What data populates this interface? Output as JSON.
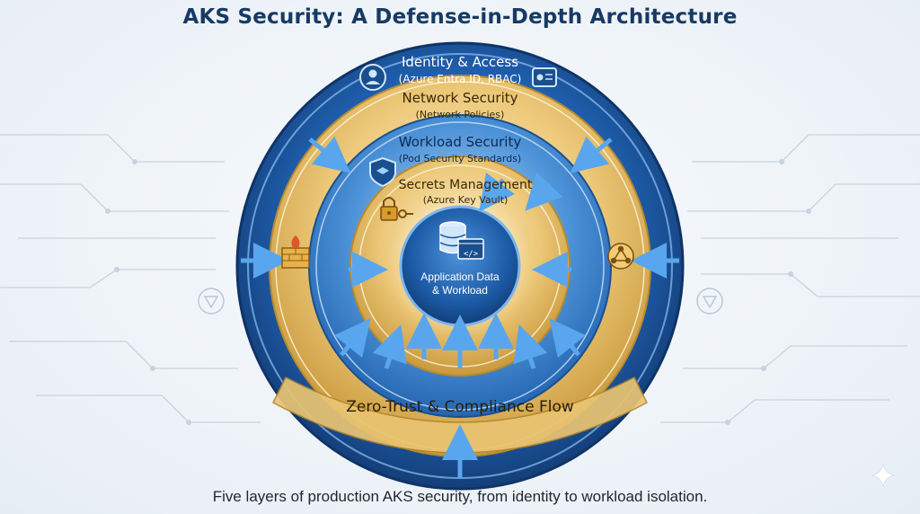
{
  "title": "AKS Security: A Defense-in-Depth Architecture",
  "caption": "Five layers of production AKS security, from identity to workload isolation.",
  "layers": [
    {
      "name": "Identity & Access",
      "detail": "(Azure Entra ID, RBAC)",
      "icon": "id-badge-icon",
      "icon2": "user-icon",
      "tone": "blue"
    },
    {
      "name": "Network Security",
      "detail": "(Network Policies)",
      "icon": "firewall-icon",
      "tone": "gold"
    },
    {
      "name": "Workload Security",
      "detail": "(Pod Security Standards)",
      "icon": "shield-icon",
      "tone": "blue"
    },
    {
      "name": "Secrets Management",
      "detail": "(Azure Key Vault)",
      "icon": "lock-key-icon",
      "tone": "gold"
    }
  ],
  "core": {
    "line1": "Application Data",
    "line2": "& Workload",
    "icon": "database-code-icon"
  },
  "flow_label": "Zero-Trust & Compliance Flow",
  "colors": {
    "title": "#173a63",
    "blue_ring": "#1e5ea8",
    "gold_ring": "#d9b45a",
    "core": "#1a4f8f"
  }
}
